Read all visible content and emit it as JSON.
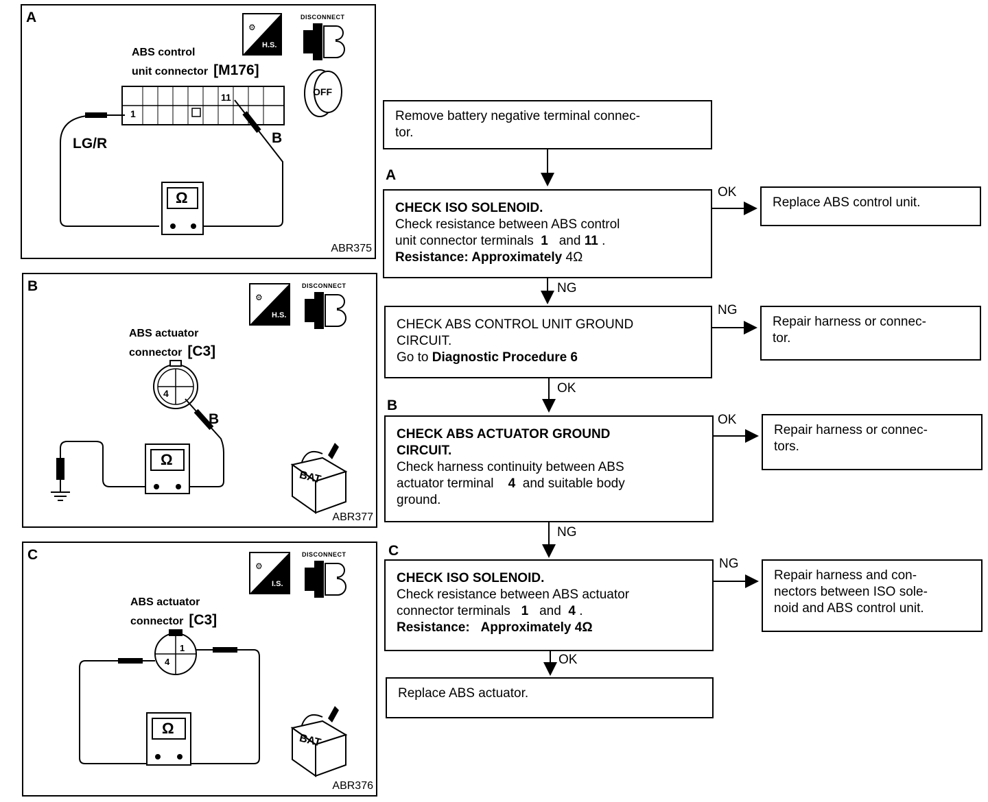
{
  "panels": [
    {
      "letter": "A",
      "code": "ABR375",
      "connector_name_1": "ABS control",
      "connector_name_2": "unit connector",
      "connector_id": "[M176]",
      "wire_color": "LG/R",
      "probe_label": "B",
      "pin_left": "1",
      "pin_right": "11",
      "ohm_symbol": "Ω",
      "tags": [
        "HS",
        "DISCONNECT",
        "OFF"
      ],
      "hs_text": "H.S.",
      "disconnect_text": "DISCONNECT",
      "off_text": "OFF"
    },
    {
      "letter": "B",
      "code": "ABR377",
      "connector_name_1": "ABS actuator",
      "connector_name_2": "connector",
      "connector_id": "[C3]",
      "probe_label": "B",
      "pin": "4",
      "ohm_symbol": "Ω",
      "hs_text": "H.S.",
      "disconnect_text": "DISCONNECT",
      "bat_text": "BAT"
    },
    {
      "letter": "C",
      "code": "ABR376",
      "connector_name_1": "ABS actuator",
      "connector_name_2": "connector",
      "connector_id": "[C3]",
      "pin_top": "1",
      "pin_bottom": "4",
      "ohm_symbol": "Ω",
      "is_text": "I.S.",
      "disconnect_text": "DISCONNECT",
      "bat_text": "BAT"
    }
  ],
  "flow": {
    "start": {
      "line1": "Remove battery negative terminal connec-",
      "line2": "tor."
    },
    "step_a": {
      "letter": "A",
      "title": "CHECK ISO SOLENOID.",
      "line1": "Check resistance between ABS control",
      "line2_pre": "unit connector terminals",
      "t1": "1",
      "and": "and",
      "t2": "11",
      "line2_post": ".",
      "spec_label": "Resistance: Approximately",
      "spec_value": "4Ω"
    },
    "step_a_ok": {
      "label": "OK",
      "result": "Replace ABS control unit."
    },
    "step_a_ng": {
      "label": "NG"
    },
    "ground_check": {
      "line1": "CHECK ABS CONTROL UNIT GROUND",
      "line2": "CIRCUIT.",
      "line3_pre": "Go to",
      "line3_bold": "Diagnostic Procedure 6"
    },
    "ground_ng": {
      "label": "NG",
      "result_line1": "Repair harness or connec-",
      "result_line2": "tor."
    },
    "ground_ok": {
      "label": "OK"
    },
    "step_b": {
      "letter": "B",
      "title_line1": "CHECK ABS ACTUATOR GROUND",
      "title_line2": "CIRCUIT.",
      "line1": "Check harness continuity between ABS",
      "line2_pre": "actuator terminal",
      "t1": "4",
      "line2_post": "and suitable body",
      "line3": "ground."
    },
    "step_b_ok": {
      "label": "OK",
      "result_line1": "Repair harness or connec-",
      "result_line2": "tors."
    },
    "step_b_ng": {
      "label": "NG"
    },
    "step_c": {
      "letter": "C",
      "title": "CHECK ISO SOLENOID.",
      "line1": "Check resistance between ABS actuator",
      "line2_pre": "connector terminals",
      "t1": "1",
      "and": "and",
      "t2": "4",
      "line2_post": ".",
      "spec_label": "Resistance:",
      "spec_value": "Approximately 4Ω"
    },
    "step_c_ng": {
      "label": "NG",
      "result_line1": "Repair harness and con-",
      "result_line2": "nectors between ISO sole-",
      "result_line3": "noid and ABS control unit."
    },
    "step_c_ok": {
      "label": "OK"
    },
    "end": {
      "text": "Replace ABS actuator."
    }
  }
}
